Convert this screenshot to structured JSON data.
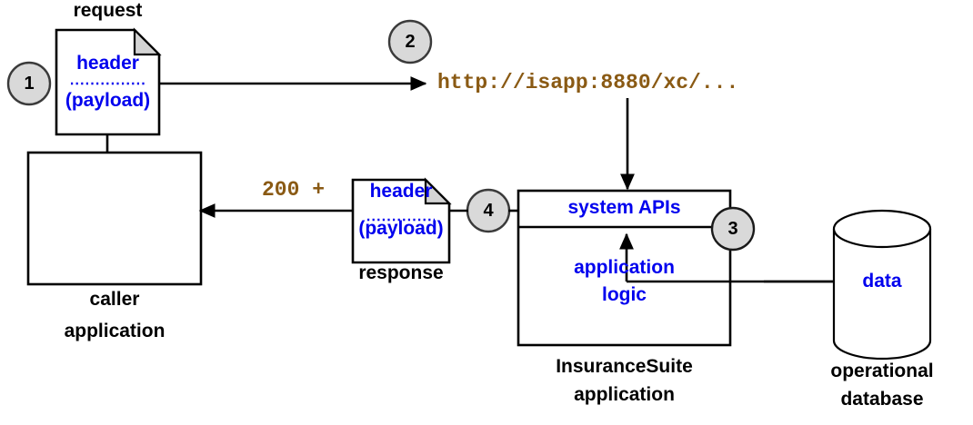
{
  "diagram": {
    "title": "InsuranceSuite REST API request/response flow",
    "colors": {
      "blue_text": "#0000ee",
      "brown_text": "#8a5a14",
      "black_text": "#000000",
      "circle_fill": "#d9d9d9",
      "fold_fill": "#d4d4d4",
      "stroke": "#000000"
    }
  },
  "steps": [
    {
      "id": "1",
      "number": "1"
    },
    {
      "id": "2",
      "number": "2"
    },
    {
      "id": "3",
      "number": "3"
    },
    {
      "id": "4",
      "number": "4"
    }
  ],
  "nodes": {
    "request_doc": {
      "caption": "request",
      "line1": "header",
      "line2": "(payload)"
    },
    "response_doc": {
      "caption": "response",
      "line1": "header",
      "line2": "(payload)"
    },
    "caller_app": {
      "caption_line1": "caller",
      "caption_line2": "application"
    },
    "insurancesuite_app": {
      "top_band_label": "system APIs",
      "body_label_line1": "application",
      "body_label_line2": "logic",
      "caption_line1": "InsuranceSuite",
      "caption_line2": "application"
    },
    "database": {
      "inner_label": "data",
      "caption_line1": "operational",
      "caption_line2": "database"
    }
  },
  "edge_labels": {
    "request_url": "http://isapp:8880/xc/...",
    "response_status": "200 +"
  }
}
